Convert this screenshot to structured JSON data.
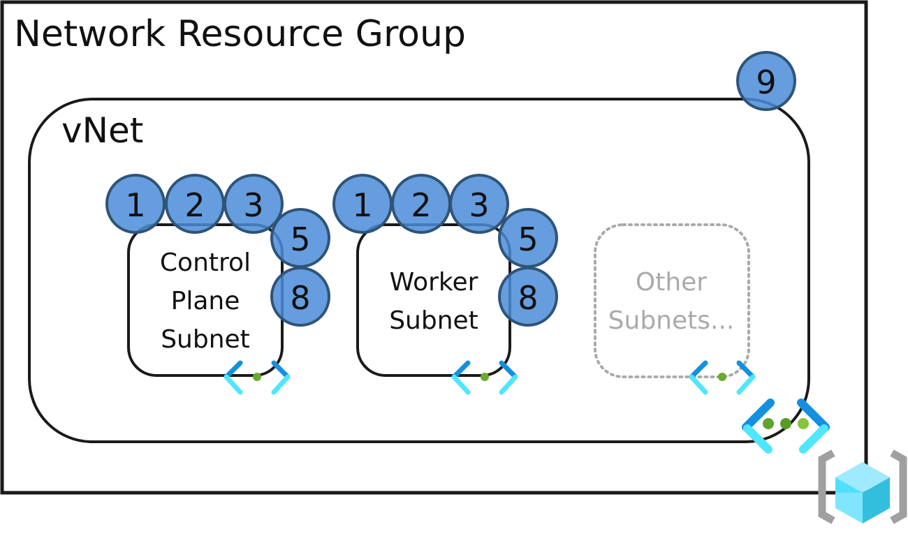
{
  "resource_group": {
    "title": "Network Resource Group"
  },
  "vnet": {
    "title": "vNet",
    "badge": "9"
  },
  "subnets": [
    {
      "lines": [
        "Control",
        "Plane",
        "Subnet"
      ],
      "badges": [
        "1",
        "2",
        "3",
        "5",
        "8"
      ]
    },
    {
      "lines": [
        "Worker",
        "Subnet"
      ],
      "badges": [
        "1",
        "2",
        "3",
        "5",
        "8"
      ]
    },
    {
      "lines": [
        "Other",
        "Subnets..."
      ]
    }
  ],
  "colors": {
    "badge_fill": "#4a8cd8",
    "badge_stroke": "#2f5478",
    "icon_dark_blue": "#1490df",
    "icon_light_blue": "#50e6ff",
    "icon_green": "#5ea32b",
    "bracket_grey": "#a0a0a0"
  },
  "icons": [
    "subnet-icon",
    "vnet-icon",
    "resource-group-icon"
  ]
}
